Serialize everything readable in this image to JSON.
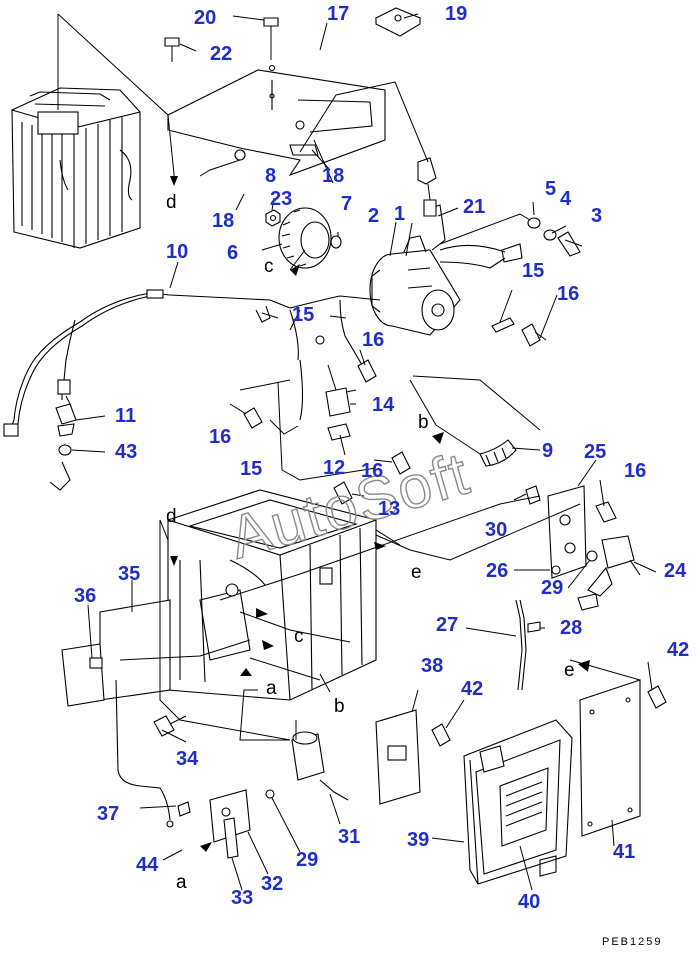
{
  "diagram": {
    "watermark": "AutoSoft",
    "drawing_code": "PEB1259",
    "colors": {
      "callout": "#1f2dc9",
      "line": "#000000",
      "watermark": "#8a8a8a"
    },
    "callouts": [
      {
        "id": "c20",
        "text": "20"
      },
      {
        "id": "c17",
        "text": "17"
      },
      {
        "id": "c19",
        "text": "19"
      },
      {
        "id": "c22",
        "text": "22"
      },
      {
        "id": "c8",
        "text": "8"
      },
      {
        "id": "c23",
        "text": "23"
      },
      {
        "id": "c18a",
        "text": "18"
      },
      {
        "id": "c18b",
        "text": "18"
      },
      {
        "id": "c5",
        "text": "5"
      },
      {
        "id": "c4",
        "text": "4"
      },
      {
        "id": "c3",
        "text": "3"
      },
      {
        "id": "c2",
        "text": "2"
      },
      {
        "id": "c1",
        "text": "1"
      },
      {
        "id": "c21",
        "text": "21"
      },
      {
        "id": "c7",
        "text": "7"
      },
      {
        "id": "c6",
        "text": "6"
      },
      {
        "id": "c10",
        "text": "10"
      },
      {
        "id": "c15a",
        "text": "15"
      },
      {
        "id": "c16a",
        "text": "16"
      },
      {
        "id": "c15b",
        "text": "15"
      },
      {
        "id": "c16b",
        "text": "16"
      },
      {
        "id": "c11",
        "text": "11"
      },
      {
        "id": "c43",
        "text": "43"
      },
      {
        "id": "c14",
        "text": "14"
      },
      {
        "id": "c16c",
        "text": "16"
      },
      {
        "id": "c9",
        "text": "9"
      },
      {
        "id": "c15c",
        "text": "15"
      },
      {
        "id": "c12",
        "text": "12"
      },
      {
        "id": "c16d",
        "text": "16"
      },
      {
        "id": "c25",
        "text": "25"
      },
      {
        "id": "c16e",
        "text": "16"
      },
      {
        "id": "c13",
        "text": "13"
      },
      {
        "id": "c30",
        "text": "30"
      },
      {
        "id": "c26",
        "text": "26"
      },
      {
        "id": "c29a",
        "text": "29"
      },
      {
        "id": "c24",
        "text": "24"
      },
      {
        "id": "c35",
        "text": "35"
      },
      {
        "id": "c36",
        "text": "36"
      },
      {
        "id": "c27",
        "text": "27"
      },
      {
        "id": "c28",
        "text": "28"
      },
      {
        "id": "c42a",
        "text": "42"
      },
      {
        "id": "c38",
        "text": "38"
      },
      {
        "id": "c42b",
        "text": "42"
      },
      {
        "id": "c34",
        "text": "34"
      },
      {
        "id": "c37",
        "text": "37"
      },
      {
        "id": "c31",
        "text": "31"
      },
      {
        "id": "c39",
        "text": "39"
      },
      {
        "id": "c41",
        "text": "41"
      },
      {
        "id": "c44",
        "text": "44"
      },
      {
        "id": "c29b",
        "text": "29"
      },
      {
        "id": "c33",
        "text": "33"
      },
      {
        "id": "c32",
        "text": "32"
      },
      {
        "id": "c40",
        "text": "40"
      }
    ],
    "reference_letters": [
      {
        "id": "ld1",
        "text": "d"
      },
      {
        "id": "lc1",
        "text": "c"
      },
      {
        "id": "lb1",
        "text": "b"
      },
      {
        "id": "ld2",
        "text": "d"
      },
      {
        "id": "le1",
        "text": "e"
      },
      {
        "id": "lc2",
        "text": "c"
      },
      {
        "id": "la1",
        "text": "a"
      },
      {
        "id": "lb2",
        "text": "b"
      },
      {
        "id": "le2",
        "text": "e"
      },
      {
        "id": "la2",
        "text": "a"
      }
    ]
  }
}
